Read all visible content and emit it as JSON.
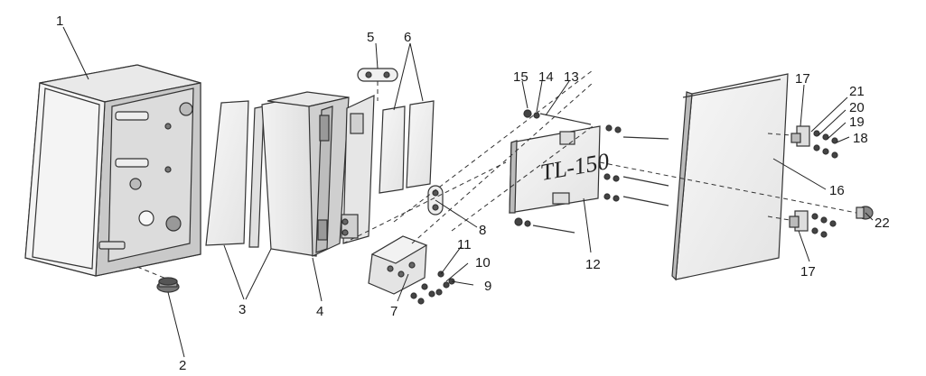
{
  "diagram": {
    "plate_label": "TL-150",
    "callouts": [
      "1",
      "2",
      "3",
      "4",
      "5",
      "6",
      "7",
      "8",
      "9",
      "10",
      "11",
      "12",
      "13",
      "14",
      "15",
      "16",
      "17",
      "17",
      "18",
      "19",
      "20",
      "21",
      "22"
    ]
  }
}
